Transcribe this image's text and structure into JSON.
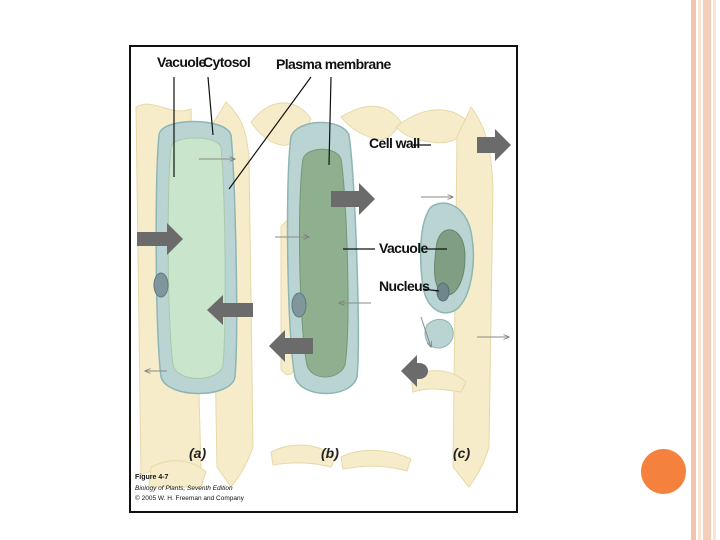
{
  "figure": {
    "labels": {
      "vacuole_top": "Vacuole",
      "cytosol": "Cytosol",
      "plasma_membrane": "Plasma membrane",
      "cell_wall": "Cell wall",
      "vacuole_right": "Vacuole",
      "nucleus": "Nucleus"
    },
    "panels": {
      "a": "(a)",
      "b": "(b)",
      "c": "(c)"
    },
    "credit": {
      "figure_number": "Figure 4-7",
      "book_title": "Biology of Plants, Seventh Edition",
      "copyright": "© 2005 W. H. Freeman and Company"
    }
  },
  "colors": {
    "slide_stripe_dark": "#f4c3ad",
    "slide_stripe_light": "#fbe3d6",
    "accent_circle": "#f5813e",
    "cell_wall": "#f6ecc9",
    "cytosol": "#b9d4d2",
    "vacuole_a": "#c9e5cc",
    "vacuole_b": "#8fb08e",
    "vacuole_c": "#7f9e84",
    "arrow": "#6b6b6b"
  }
}
